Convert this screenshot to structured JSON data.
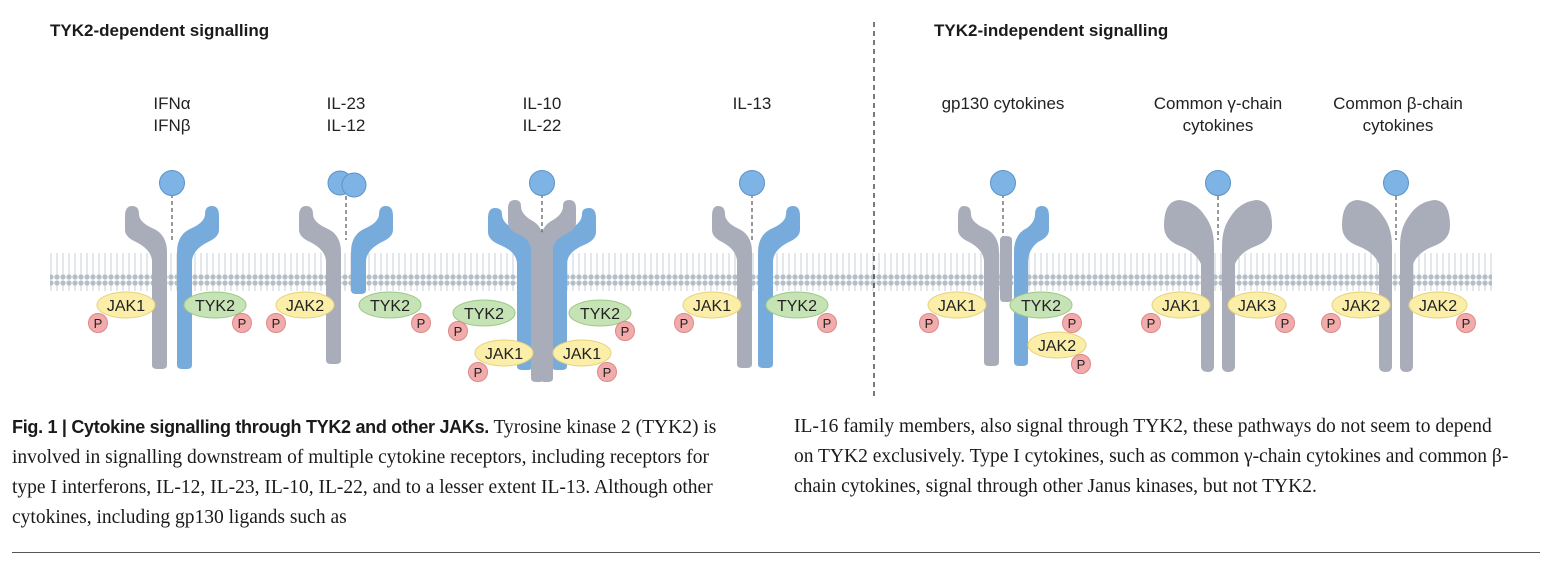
{
  "titles": {
    "dependent": "TYK2-dependent signalling",
    "independent": "TYK2-independent signalling"
  },
  "colors": {
    "receptor_blue": "#77abdc",
    "receptor_grey": "#a9adb9",
    "ligand_blue": "#7db3e5",
    "jak_yellow": "#fbeea9",
    "tyk2_green": "#c6e3b6",
    "phospho_pink": "#f2abab",
    "membrane": "#dde3e8"
  },
  "receptors": [
    {
      "labels": [
        "IFNα",
        "IFNβ"
      ],
      "kinases": [
        "JAK1",
        "TYK2"
      ]
    },
    {
      "labels": [
        "IL-23",
        "IL-12"
      ],
      "kinases": [
        "JAK2",
        "TYK2"
      ]
    },
    {
      "labels": [
        "IL-10",
        "IL-22"
      ],
      "kinases": [
        "TYK2",
        "TYK2",
        "JAK1",
        "JAK1"
      ]
    },
    {
      "labels": [
        "IL-13"
      ],
      "kinases": [
        "JAK1",
        "TYK2"
      ]
    },
    {
      "labels": [
        "gp130 cytokines"
      ],
      "kinases": [
        "JAK1",
        "TYK2",
        "JAK2"
      ]
    },
    {
      "labels": [
        "Common γ-chain",
        "cytokines"
      ],
      "kinases": [
        "JAK1",
        "JAK3"
      ]
    },
    {
      "labels": [
        "Common β-chain",
        "cytokines"
      ],
      "kinases": [
        "JAK2",
        "JAK2"
      ]
    }
  ],
  "phospho_label": "P",
  "caption": {
    "lead": "Fig. 1 | Cytokine signalling through TYK2 and other JAKs.",
    "col1": " Tyrosine kinase 2 (TYK2) is involved in signalling downstream of multiple cytokine receptors, including receptors for type I interferons, IL-12, IL-23, IL-10, IL-22, and to a lesser extent IL-13. Although other cytokines, including gp130 ligands such as",
    "col2": "IL-16 family members, also signal through TYK2, these pathways do not seem to depend on TYK2 exclusively. Type I cytokines, such as common γ-chain cytokines and common β-chain cytokines, signal through other Janus kinases, but not TYK2."
  }
}
